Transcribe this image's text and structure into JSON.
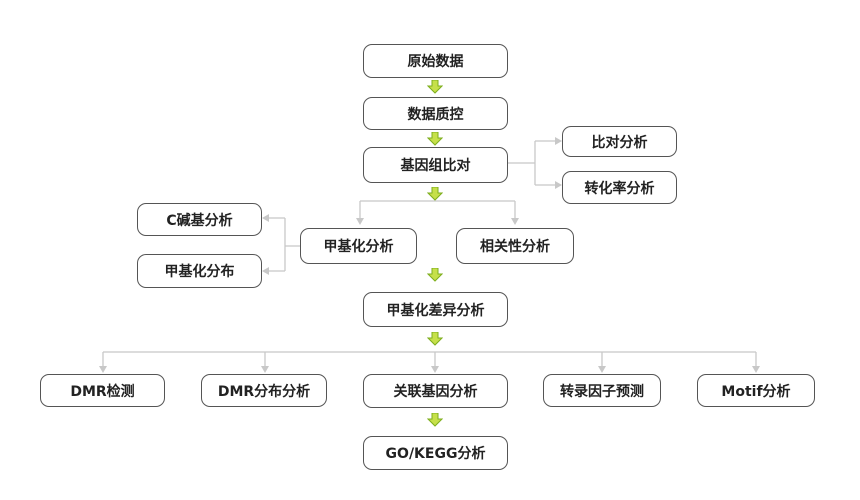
{
  "colors": {
    "box_border": "#555555",
    "connector": "#c8c8c8",
    "arrow_fill": "#c6e04a",
    "arrow_stroke": "#7dae1c"
  },
  "nodes": {
    "raw_data": "原始数据",
    "qc": "数据质控",
    "alignment": "基因组比对",
    "align_stats": "比对分析",
    "conversion_rate": "转化率分析",
    "c_base": "C碱基分析",
    "methyl_dist": "甲基化分布",
    "methyl_analysis": "甲基化分析",
    "correlation": "相关性分析",
    "diff_methyl": "甲基化差异分析",
    "dmr_detect": "DMR检测",
    "dmr_dist": "DMR分布分析",
    "assoc_gene": "关联基因分析",
    "tf_predict": "转录因子预测",
    "motif": "Motif分析",
    "go_kegg": "GO/KEGG分析"
  }
}
